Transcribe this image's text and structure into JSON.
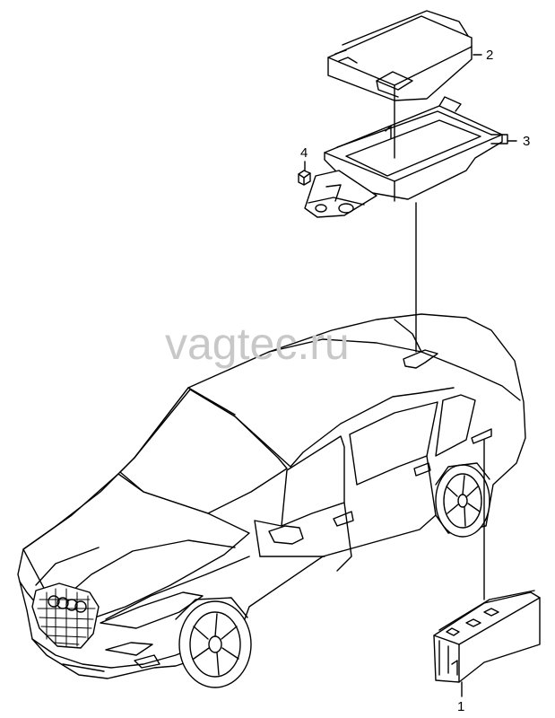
{
  "watermark": "vagtec.ru",
  "callouts": {
    "part_1": "1",
    "part_2": "2",
    "part_3": "3",
    "part_4": "4"
  }
}
